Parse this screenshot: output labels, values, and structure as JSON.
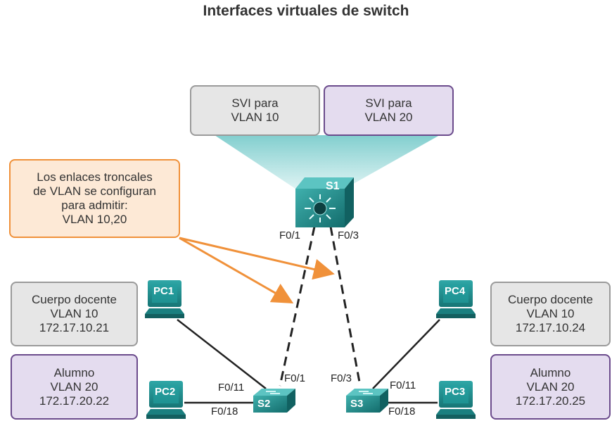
{
  "title": "Interfaces virtuales de switch",
  "svi_boxes": [
    {
      "line1": "SVI para",
      "line2": "VLAN 10"
    },
    {
      "line1": "SVI para",
      "line2": "VLAN 20"
    }
  ],
  "callout": {
    "line1": "Los enlaces troncales",
    "line2": "de VLAN se configuran",
    "line3": "para admitir:",
    "line4": "VLAN 10,20"
  },
  "switches": {
    "s1": "S1",
    "s2": "S2",
    "s3": "S3"
  },
  "pcs": {
    "pc1": "PC1",
    "pc2": "PC2",
    "pc3": "PC3",
    "pc4": "PC4"
  },
  "ports": {
    "s1_left": "F0/1",
    "s1_right": "F0/3",
    "s2_uplink": "F0/1",
    "s2_pc1": "F0/11",
    "s2_pc2": "F0/18",
    "s3_uplink": "F0/3",
    "s3_pc4": "F0/11",
    "s3_pc3": "F0/18"
  },
  "hosts": {
    "left_faculty": {
      "role": "Cuerpo docente",
      "vlan": "VLAN 10",
      "ip": "172.17.10.21"
    },
    "left_student": {
      "role": "Alumno",
      "vlan": "VLAN 20",
      "ip": "172.17.20.22"
    },
    "right_faculty": {
      "role": "Cuerpo docente",
      "vlan": "VLAN 10",
      "ip": "172.17.10.24"
    },
    "right_student": {
      "role": "Alumno",
      "vlan": "VLAN 20",
      "ip": "172.17.20.25"
    }
  },
  "colors": {
    "gray_fill": "#e6e6e6",
    "purple_fill": "#e4dcef",
    "purple_border": "#6b4b8c",
    "orange_fill": "#fde9d6",
    "orange_border": "#f0913a",
    "teal": "#1f8a8a",
    "beam": "#7fcfcf"
  }
}
